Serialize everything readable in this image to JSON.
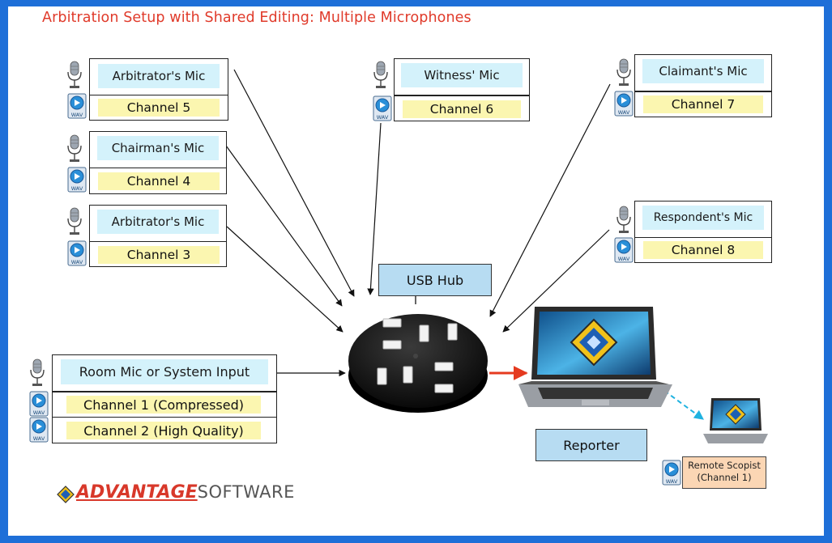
{
  "title": "Arbitration Setup with Shared Editing:  Multiple Microphones",
  "inputs": [
    {
      "mic": "Arbitrator's Mic",
      "channels": [
        "Channel 5"
      ]
    },
    {
      "mic": "Chairman's Mic",
      "channels": [
        "Channel 4"
      ]
    },
    {
      "mic": "Arbitrator's Mic",
      "channels": [
        "Channel 3"
      ]
    },
    {
      "mic": "Room Mic or System Input",
      "channels": [
        "Channel 1 (Compressed)",
        "Channel 2 (High Quality)"
      ]
    },
    {
      "mic": "Witness' Mic",
      "channels": [
        "Channel 6"
      ]
    },
    {
      "mic": "Claimant's Mic",
      "channels": [
        "Channel 7"
      ]
    },
    {
      "mic": "Respondent's Mic",
      "channels": [
        "Channel 8"
      ]
    }
  ],
  "hub": {
    "label": "USB Hub"
  },
  "reporter": {
    "label": "Reporter"
  },
  "scopist": {
    "line1": "Remote Scopist",
    "line2": "(Channel 1)"
  },
  "logo": {
    "brand": "ADVANTAGE",
    "suffix": "SOFTWARE"
  },
  "icons": {
    "mic": "microphone-icon",
    "audio": "wav-file-icon",
    "laptop": "laptop-icon",
    "hub": "usb-hub-icon",
    "logo": "diamond-logo-icon"
  },
  "colors": {
    "title": "#e03a2a",
    "mic_label_bg": "#d4f2fb",
    "channel_bg": "#fbf6b0",
    "blue_box": "#b7dcf2",
    "scopist_bg": "#fbd6b4",
    "border": "#1e6fd8",
    "red_arrow": "#e53a1f",
    "cyan_arrow": "#1fb2e0"
  }
}
